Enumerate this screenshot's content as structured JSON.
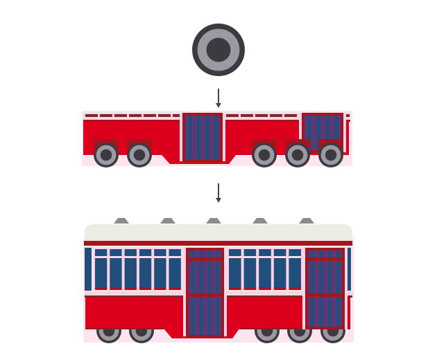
{
  "illustration": {
    "steps": [
      "wheel",
      "tram-chassis",
      "tram-complete"
    ],
    "colors": {
      "background": "#ffffff",
      "red": "#dc001c",
      "dark_red": "#a3161e",
      "brown": "#7a2a22",
      "pink_trim": "#fbd3e6",
      "window_blue": "#1f4f7a",
      "door_purple": "#5a3a7a",
      "roof": "#ecede5",
      "vent_gray": "#8c8a8e",
      "wheel_dark": "#3d3a3f",
      "wheel_light": "#9d99a2",
      "arrow": "#444444"
    }
  }
}
